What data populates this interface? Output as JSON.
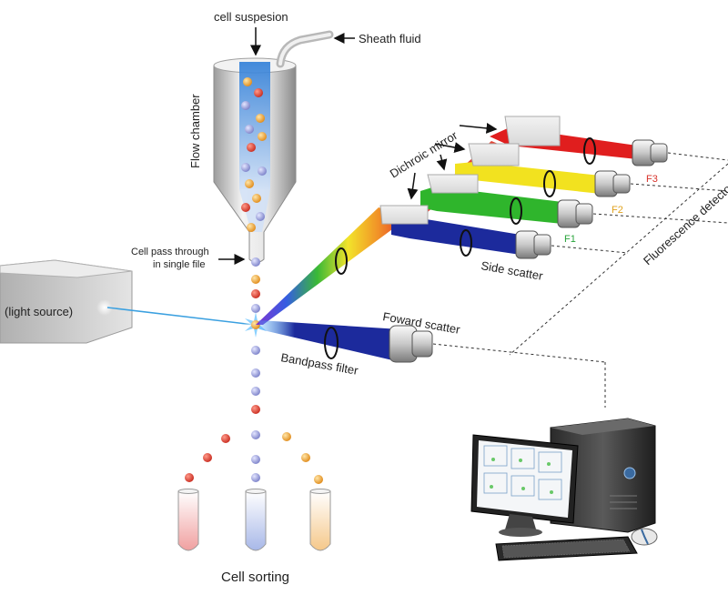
{
  "labels": {
    "cell_suspension": "cell suspesion",
    "sheath_fluid": "Sheath fluid",
    "flow_chamber": "Flow chamber",
    "single_file_line1": "Cell pass through",
    "single_file_line2": "in single file",
    "light_source": "(light source)",
    "dichroic_mirror": "Dichroic mirror",
    "side_scatter": "Side scatter",
    "forward_scatter": "Foward scatter",
    "bandpass_filter": "Bandpass filter",
    "fluorescence_detectors": "Fluorescence detectors",
    "cell_sorting": "Cell sorting",
    "f1": "F1",
    "f2": "F2",
    "f3": "F3"
  },
  "colors": {
    "cell_orange": "#f0a030",
    "cell_red": "#dd3b2b",
    "cell_blue": "#8f95d6",
    "beam_blue": "#1c2a9c",
    "beam_green": "#2fb52c",
    "beam_yellow": "#f2e21f",
    "beam_red": "#e01e1e",
    "f1_label": "#27a33a",
    "f2_label": "#e0a21e",
    "f3_label": "#d8322a",
    "laser": "#3ba0e0"
  },
  "icons": [
    "flow-chamber-icon",
    "light-source-icon",
    "detector-icon",
    "dichroic-mirror-icon",
    "test-tube-icon",
    "computer-icon"
  ]
}
